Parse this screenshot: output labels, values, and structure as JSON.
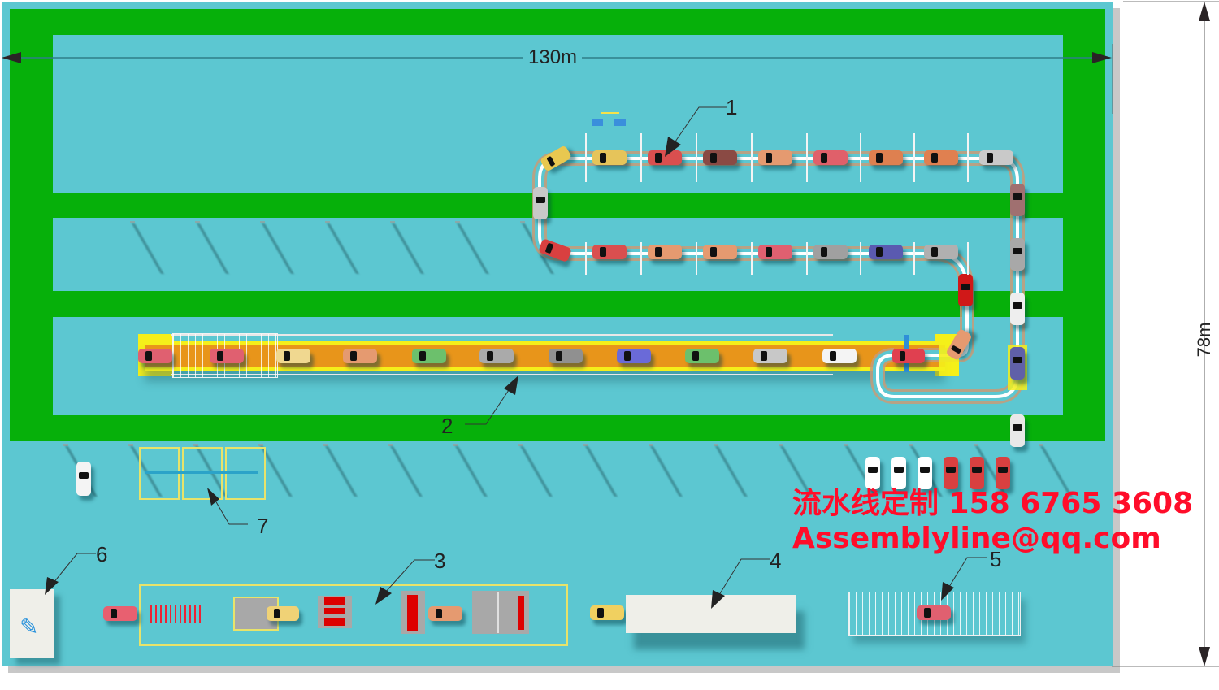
{
  "title": "Automotive assembly workshop layout plan",
  "dimensions": {
    "width_label": "130m",
    "height_label": "78m"
  },
  "callouts": [
    {
      "id": "1",
      "label": "1",
      "target": "overhead-suspension-assembly-conveyor"
    },
    {
      "id": "2",
      "label": "2",
      "target": "floor-slat-final-assembly-line"
    },
    {
      "id": "3",
      "label": "3",
      "target": "inspection-line"
    },
    {
      "id": "4",
      "label": "4",
      "target": "test-building"
    },
    {
      "id": "5",
      "label": "5",
      "target": "repair-rack-station"
    },
    {
      "id": "6",
      "label": "6",
      "target": "water-spray-booth"
    },
    {
      "id": "7",
      "label": "7",
      "target": "parking-bays"
    }
  ],
  "watermark": {
    "line1": "流水线定制 158 6765 3608",
    "line2": "Assemblyline@qq.com"
  },
  "colors": {
    "floor": "#5cc7d1",
    "green_path": "#06b00a",
    "conveyor_orange": "#e8951a",
    "conveyor_yellow": "#f5ef1a",
    "watermark_red": "#ff0d2a",
    "building_white": "#efefe9"
  },
  "overhead_line_top_cars": [
    "#e6c45a",
    "#d94f4f",
    "#8a4a44",
    "#e59a70",
    "#e0606a",
    "#de8050",
    "#e08050",
    "#c9c9c9"
  ],
  "overhead_line_mid_cars": [
    "#d94f4f",
    "#e59a70",
    "#e59a70",
    "#e06070",
    "#a0a0a0",
    "#5a5ab0",
    "#b0b0b0"
  ],
  "final_line_cars": [
    "#e06070",
    "#e06070",
    "#f0d890",
    "#e59a70",
    "#6cc06c",
    "#aaaaaa",
    "#909090",
    "#6a6ad8",
    "#6cc06c",
    "#c8c8c8",
    "#f4f4f4"
  ],
  "parked_cars": [
    "#ffffff",
    "#ffffff",
    "#ffffff",
    "#d94040",
    "#d94040",
    "#d94040"
  ]
}
